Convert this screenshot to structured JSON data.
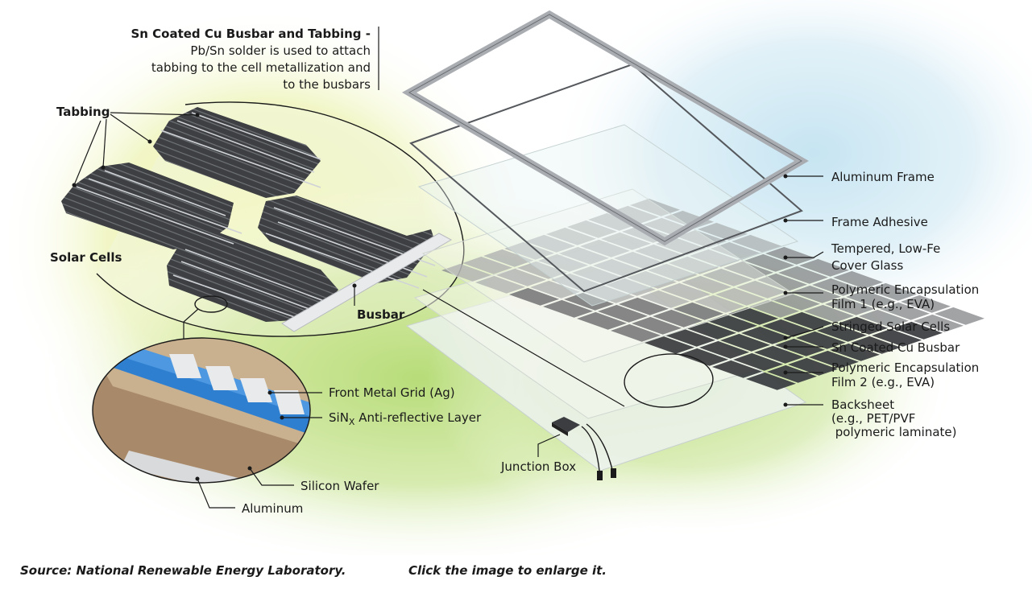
{
  "labels": {
    "busbar_note_title": "Sn Coated Cu Busbar and Tabbing -",
    "busbar_note_line1": "Pb/Sn solder is used to attach",
    "busbar_note_line2": "tabbing to the cell metallization and",
    "busbar_note_line3": "to the busbars",
    "tabbing": "Tabbing",
    "solar_cells": "Solar Cells",
    "busbar": "Busbar",
    "front_metal_grid": "Front Metal Grid (Ag)",
    "sinx_main": "SiN",
    "sinx_sub": "X",
    "sinx_rest": " Anti-reflective Layer",
    "silicon_wafer": "Silicon Wafer",
    "aluminum": "Aluminum",
    "junction_box": "Junction Box"
  },
  "layers": [
    {
      "line1": "Aluminum Frame",
      "line2": "",
      "line3": ""
    },
    {
      "line1": "Frame Adhesive",
      "line2": "",
      "line3": ""
    },
    {
      "line1": "Tempered, Low-Fe",
      "line2": "Cover Glass",
      "line3": ""
    },
    {
      "line1": "Polymeric Encapsulation",
      "line2": "Film 1 (e.g., EVA)",
      "line3": ""
    },
    {
      "line1": "Stringed Solar Cells",
      "line2": "",
      "line3": ""
    },
    {
      "line1": "Sn Coated Cu Busbar",
      "line2": "",
      "line3": ""
    },
    {
      "line1": "Polymeric Encapsulation",
      "line2": "Film 2 (e.g., EVA)",
      "line3": ""
    },
    {
      "line1": "Backsheet",
      "line2": "(e.g., PET/PVF",
      "line3": " polymeric laminate)"
    }
  ],
  "captions": {
    "source": "Source: National Renewable Energy Laboratory.",
    "click": "Click the image to enlarge it."
  },
  "colors": {
    "cell": "#3d3f42",
    "cell_light": "#8a8c8f",
    "ribbon": "#c9ccd0",
    "sinx_blue": "#2f7fd1",
    "wafer_brown": "#a88a6a",
    "frame": "#b9bcc0",
    "glow_yellow": "#eef3a8",
    "glow_green": "#bfe08a",
    "glow_blue": "#cfe8f3"
  }
}
